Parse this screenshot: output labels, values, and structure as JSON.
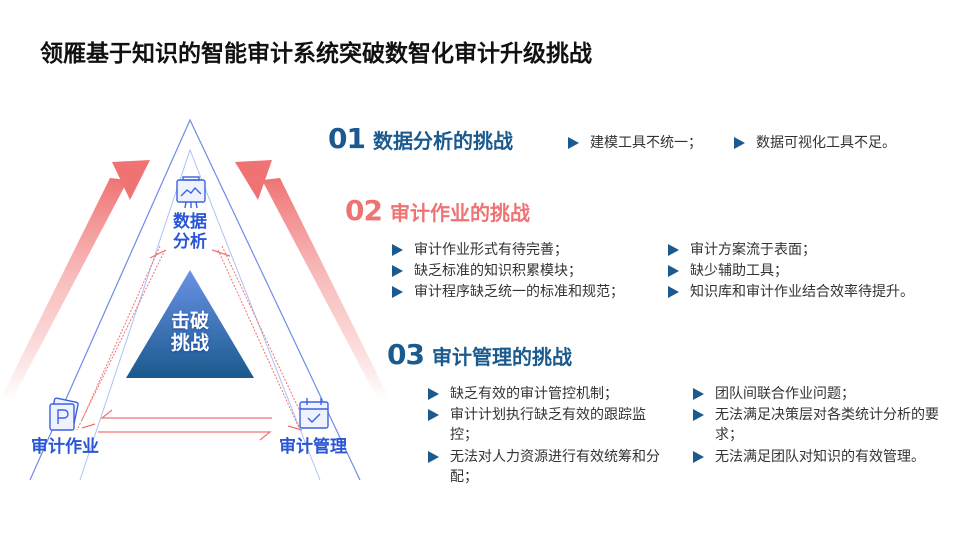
{
  "title": "领雁基于知识的智能审计系统突破数智化审计升级挑战",
  "diagram": {
    "top_node": {
      "line1": "数据",
      "line2": "分析",
      "icon": "monitor-chart-icon"
    },
    "center": {
      "line1": "击破",
      "line2": "挑战"
    },
    "left_node": {
      "label": "审计作业",
      "icon": "document-p-icon"
    },
    "right_node": {
      "label": "审计管理",
      "icon": "calendar-check-icon"
    },
    "colors": {
      "blue": "#2a56d6",
      "dark_blue": "#1a5a8e",
      "red": "#f07373"
    }
  },
  "sections": [
    {
      "number": "01",
      "title": "数据分析的挑战",
      "color": "#1a5a8e",
      "bullets": [
        "建模工具不统一；",
        "数据可视化工具不足。"
      ]
    },
    {
      "number": "02",
      "title": "审计作业的挑战",
      "color": "#f07373",
      "left_bullets": [
        "审计作业形式有待完善；",
        "缺乏标准的知识积累模块；",
        "审计程序缺乏统一的标准和规范；"
      ],
      "right_bullets": [
        "审计方案流于表面；",
        "缺少辅助工具；",
        "知识库和审计作业结合效率待提升。"
      ]
    },
    {
      "number": "03",
      "title": "审计管理的挑战",
      "color": "#1a5a8e",
      "left_bullets": [
        "缺乏有效的审计管控机制；",
        "审计计划执行缺乏有效的跟踪监控；",
        "无法对人力资源进行有效统筹和分配；"
      ],
      "right_bullets": [
        "团队间联合作业问题；",
        "无法满足决策层对各类统计分析的要求；",
        "无法满足团队对知识的有效管理。"
      ]
    }
  ]
}
